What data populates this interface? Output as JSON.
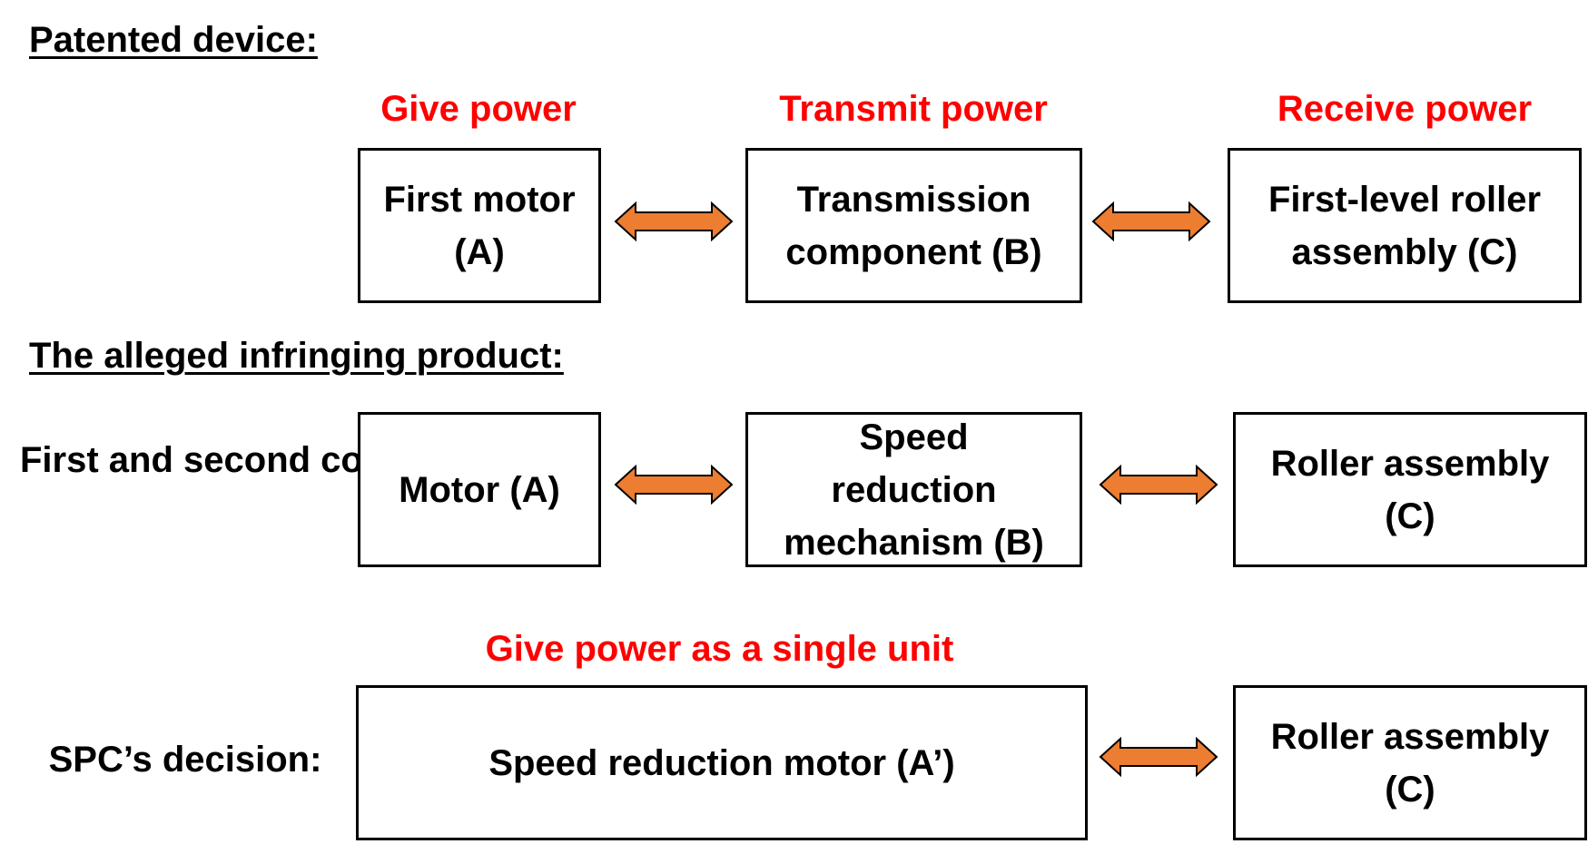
{
  "colors": {
    "red_label": "#ff0000",
    "arrow_fill": "#ed7d31",
    "arrow_stroke": "#000000",
    "box_border": "#000000"
  },
  "headings": {
    "patented": "Patented device:",
    "infringing": "The alleged infringing product:"
  },
  "patented_row": {
    "labels": {
      "give": "Give power",
      "transmit": "Transmit power",
      "receive": "Receive power"
    },
    "boxes": {
      "a": "First motor\n(A)",
      "b": "Transmission\ncomponent (B)",
      "c": "First-level roller\nassembly (C)"
    }
  },
  "court_row": {
    "side_label": "First and second\ncourt decision:",
    "boxes": {
      "a": "Motor (A)",
      "b": "Speed\nreduction\nmechanism (B)",
      "c": "Roller assembly\n(C)"
    }
  },
  "spc_row": {
    "label": "Give power as a single unit",
    "side_label": "SPC’s decision:",
    "boxes": {
      "a": "Speed reduction motor (A’)",
      "c": "Roller assembly\n(C)"
    }
  },
  "icons": {
    "arrow": "double-headed-arrow-icon"
  }
}
